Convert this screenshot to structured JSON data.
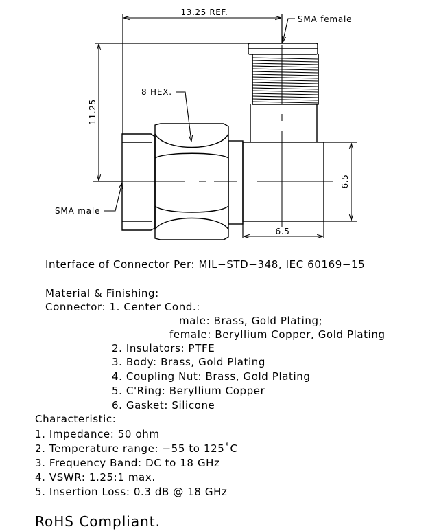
{
  "drawing": {
    "dim_width": "13.25 REF.",
    "dim_height": "11.25",
    "dim_body_height": "6.5",
    "dim_body_width": "6.5",
    "label_female": "SMA female",
    "label_hex": "8 HEX.",
    "label_male": "SMA male"
  },
  "spec": {
    "interface": "Interface of Connector Per: MIL−STD−348, IEC 60169−15",
    "material_heading": "Material & Finishing:",
    "connector_line": "Connector: 1. Center Cond.:",
    "male_line": "male: Brass, Gold Plating;",
    "female_line": "female: Beryllium Copper, Gold Plating",
    "items": [
      "2. Insulators: PTFE",
      "3. Body: Brass, Gold Plating",
      "4. Coupling Nut: Brass, Gold Plating",
      "5. C'Ring: Beryllium Copper",
      "6. Gasket: Silicone"
    ],
    "characteristic_heading": "Characteristic:",
    "characteristics": [
      "1. Impedance: 50 ohm",
      "2. Temperature range: −55 to 125˚C",
      "3. Frequency Band: DC to 18 GHz",
      "4. VSWR: 1.25:1 max.",
      "5. Insertion Loss: 0.3 dB @ 18 GHz"
    ],
    "rohs": "RoHS Compliant."
  }
}
